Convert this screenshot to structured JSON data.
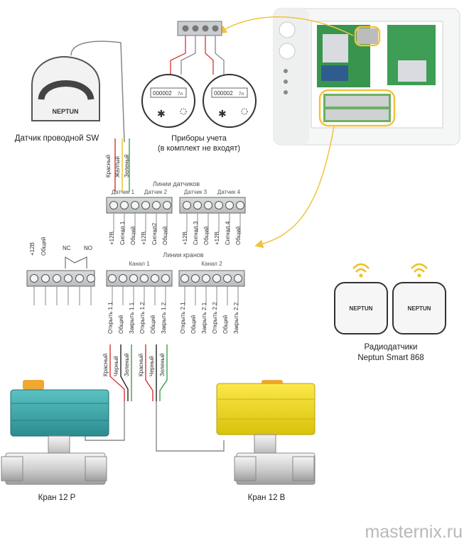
{
  "sensor": {
    "logo": "NEPTUN",
    "caption": "Датчик проводной SW"
  },
  "sensor_wires": [
    "Красный",
    "Желтый",
    "Зеленый"
  ],
  "meters": {
    "reading_1": "000002",
    "reading_2": "000002",
    "unit": "7л",
    "caption_1": "Приборы учета",
    "caption_2": "(в комплект не входят)"
  },
  "sensor_lines": {
    "title": "Линии датчиков",
    "blocks": [
      "Датчик 1",
      "Датчик 2",
      "Датчик 3",
      "Датчик 4"
    ],
    "terminals": [
      "+12В",
      "Сигнал 1",
      "Общий",
      "+12В",
      "Сигнал2",
      "Общий",
      "+12В",
      "Сигнал 3",
      "Общий",
      "+12В",
      "Сигнал 4",
      "Общий"
    ]
  },
  "relay": {
    "terminals": [
      "+12В",
      "Общий",
      "NC",
      "NO"
    ]
  },
  "valve_lines": {
    "title": "Линии кранов",
    "channels": [
      "Канал 1",
      "Канал 2"
    ],
    "terminals_1": [
      "Открыть 1.1",
      "Общий",
      "Закрыть 1.1",
      "Открыть 1.2",
      "Общий",
      "Закрыть 1.2"
    ],
    "terminals_2": [
      "Открыть 2.1",
      "Общий",
      "Закрыть 2.1",
      "Открыть 2.2",
      "Общий",
      "Закрыть 2.2"
    ]
  },
  "valve_wires_1": [
    "Красный",
    "Черный",
    "Зеленый"
  ],
  "valve_wires_2": [
    "Красный",
    "Черный",
    "Зеленый"
  ],
  "valves": {
    "left_caption": "Кран 12 Р",
    "right_caption": "Кран 12 В"
  },
  "radio": {
    "logo_1": "NEPTUN",
    "logo_2": "NEPTUN",
    "caption_1": "Радиодатчики",
    "caption_2": "Neptun Smart 868"
  },
  "watermark": "masternix.ru",
  "colors": {
    "teal": "#3aa6a9",
    "yellow": "#f3df1a",
    "orange": "#f0a830",
    "accent_arrow": "#f3c23a",
    "wire_red": "#d8342e",
    "wire_yellow": "#e9c21d",
    "wire_green": "#3aa14a",
    "wire_black": "#222222"
  }
}
